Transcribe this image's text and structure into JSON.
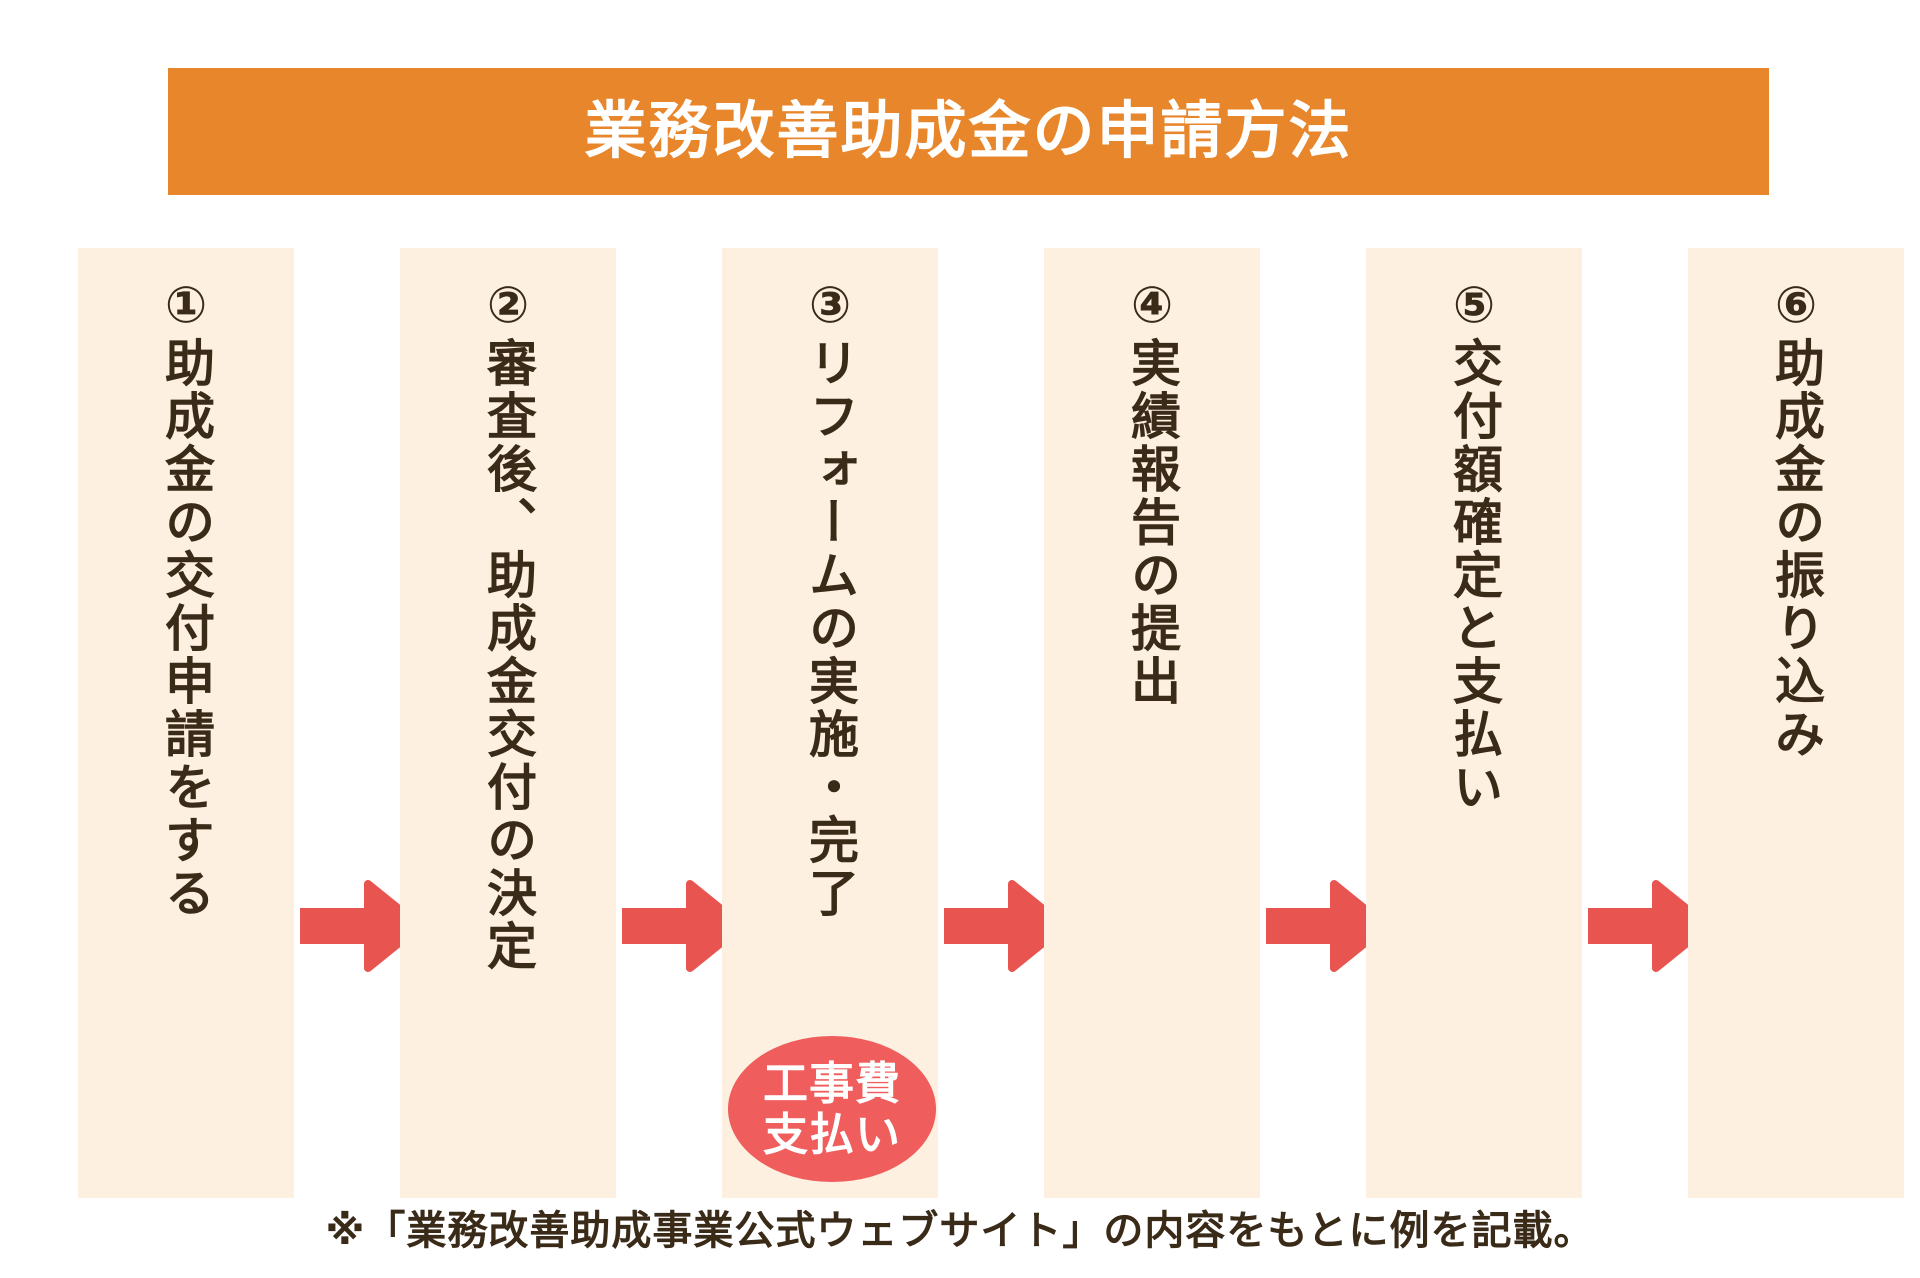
{
  "header": {
    "title": "業務改善助成金の申請方法",
    "banner_color": "#e8862b",
    "title_color": "#ffffff"
  },
  "flow": {
    "column_color": "#fdf0e0",
    "text_color": "#3a2a18",
    "arrow_color": "#e8544f",
    "steps": [
      {
        "number": "①",
        "label": "①助成金の交付申請をする"
      },
      {
        "number": "②",
        "label": "②審査後、助成金交付の決定"
      },
      {
        "number": "③",
        "label": "③リフォームの実施・完了"
      },
      {
        "number": "④",
        "label": "④実績報告の提出"
      },
      {
        "number": "⑤",
        "label": "⑤交付額確定と支払い"
      },
      {
        "number": "⑥",
        "label": "⑥助成金の振り込み"
      }
    ],
    "arrows": [
      {
        "name": "arrow-1-to-2"
      },
      {
        "name": "arrow-2-to-3"
      },
      {
        "name": "arrow-3-to-4"
      },
      {
        "name": "arrow-4-to-5"
      },
      {
        "name": "arrow-5-to-6"
      }
    ]
  },
  "badge": {
    "line1": "工事費",
    "line2": "支払い",
    "color": "#ef5d5d",
    "text_color": "#ffffff"
  },
  "footnote": {
    "text": "※「業務改善助成事業公式ウェブサイト」の内容をもとに例を記載。"
  }
}
